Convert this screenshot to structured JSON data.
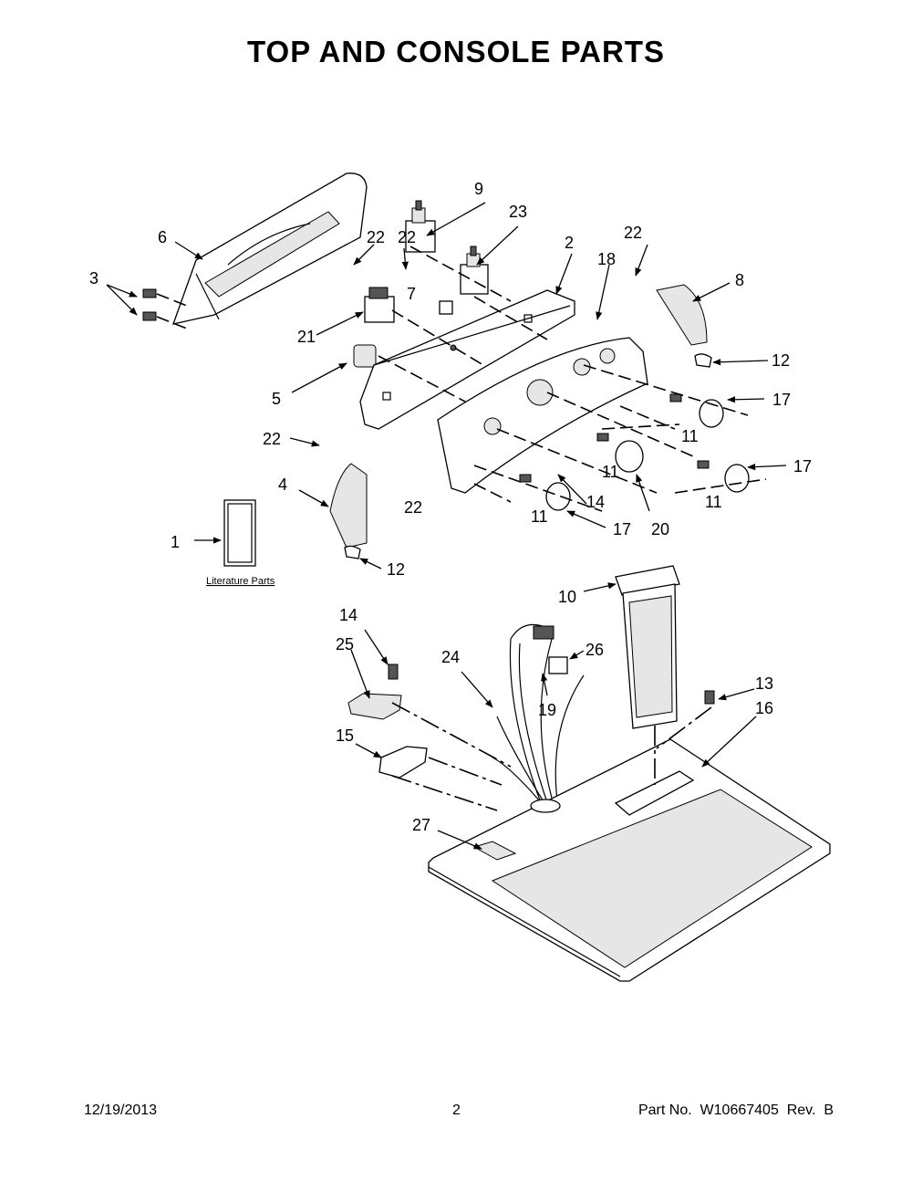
{
  "title": "TOP AND CONSOLE PARTS",
  "footer": {
    "date": "12/19/2013",
    "page": "2",
    "part_no": "Part No.  W10667405  Rev.  B"
  },
  "literature_label": "Literature Parts",
  "callouts": {
    "c1": "1",
    "c2": "2",
    "c3": "3",
    "c4": "4",
    "c5": "5",
    "c6": "6",
    "c7": "7",
    "c8": "8",
    "c9": "9",
    "c10": "10",
    "c11a": "11",
    "c11b": "11",
    "c11c": "11",
    "c11d": "11",
    "c12a": "12",
    "c12b": "12",
    "c13": "13",
    "c14a": "14",
    "c14b": "14",
    "c15": "15",
    "c16": "16",
    "c17a": "17",
    "c17b": "17",
    "c17c": "17",
    "c18": "18",
    "c19": "19",
    "c20": "20",
    "c21": "21",
    "c22a": "22",
    "c22b": "22",
    "c22c": "22",
    "c22d": "22",
    "c22e": "22",
    "c23": "23",
    "c24": "24",
    "c25": "25",
    "c26": "26",
    "c27": "27"
  }
}
